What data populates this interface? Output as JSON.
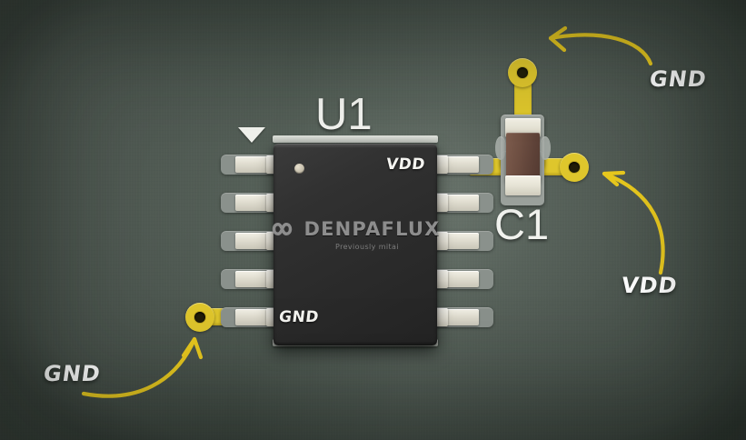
{
  "scene": {
    "description": "PCB close-up showing an integrated circuit and a decoupling capacitor with annotation arrows",
    "board_color": "#49534c",
    "trace_color": "#dec62c",
    "annotation_color": "#e8c81e",
    "silkscreen_color": "#f1f2ee"
  },
  "components": {
    "ic": {
      "reference": "U1",
      "body_color": "#2b2b2b",
      "pin_count_per_side": 5,
      "logo_text": "DENPAFLUX",
      "logo_subtitle": "Previously mitai",
      "pin_labels": {
        "vdd": "VDD",
        "gnd": "GND"
      },
      "pin1_marker": "triangle-marker"
    },
    "capacitor": {
      "reference": "C1",
      "body_color": "#6e4f42",
      "terminal_color": "#e6e3d5"
    }
  },
  "annotations": [
    {
      "id": "gnd-top-right",
      "label": "GND",
      "arrow": "curved-arrow-icon",
      "points_to": "capacitor-top-via"
    },
    {
      "id": "vdd-bottom-right",
      "label": "VDD",
      "arrow": "curved-arrow-icon",
      "points_to": "capacitor-right-via"
    },
    {
      "id": "gnd-bottom-left",
      "label": "GND",
      "arrow": "curved-arrow-icon",
      "points_to": "ic-gnd-via"
    }
  ]
}
